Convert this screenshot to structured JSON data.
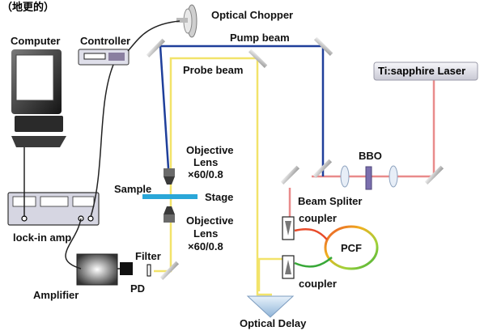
{
  "header_fragment": "（地更的）",
  "labels": {
    "optical_chopper": "Optical Chopper",
    "computer": "Computer",
    "controller": "Controller",
    "pump_beam": "Pump beam",
    "probe_beam": "Probe beam",
    "laser": "Ti:sapphire Laser",
    "objective_top_1": "Objective",
    "objective_top_2": "Lens",
    "objective_top_3": "×60/0.8",
    "sample": "Sample",
    "stage": "Stage",
    "objective_bot_1": "Objective",
    "objective_bot_2": "Lens",
    "objective_bot_3": "×60/0.8",
    "bbo": "BBO",
    "beam_splitter": "Beam Spliter",
    "coupler_top": "coupler",
    "pcf": "PCF",
    "coupler_bot": "coupler",
    "lockin": "lock-in amp",
    "filter": "Filter",
    "pd": "PD",
    "amplifier": "Amplifier",
    "optical_delay": "Optical Delay"
  },
  "colors": {
    "pump_beam": "#1f3f9a",
    "probe_beam": "#f2e36a",
    "laser_beam": "#e98b8b",
    "cable": "#222222",
    "stage": "#2aa7d8",
    "laser_box": "#e9e9ef"
  },
  "icons": {
    "computer": "computer-icon",
    "controller": "controller-icon",
    "lockin": "lockin-amp-icon",
    "amplifier": "amplifier-icon",
    "pd": "photodiode-icon",
    "chopper": "chopper-icon",
    "delay": "optical-delay-prism-icon"
  }
}
